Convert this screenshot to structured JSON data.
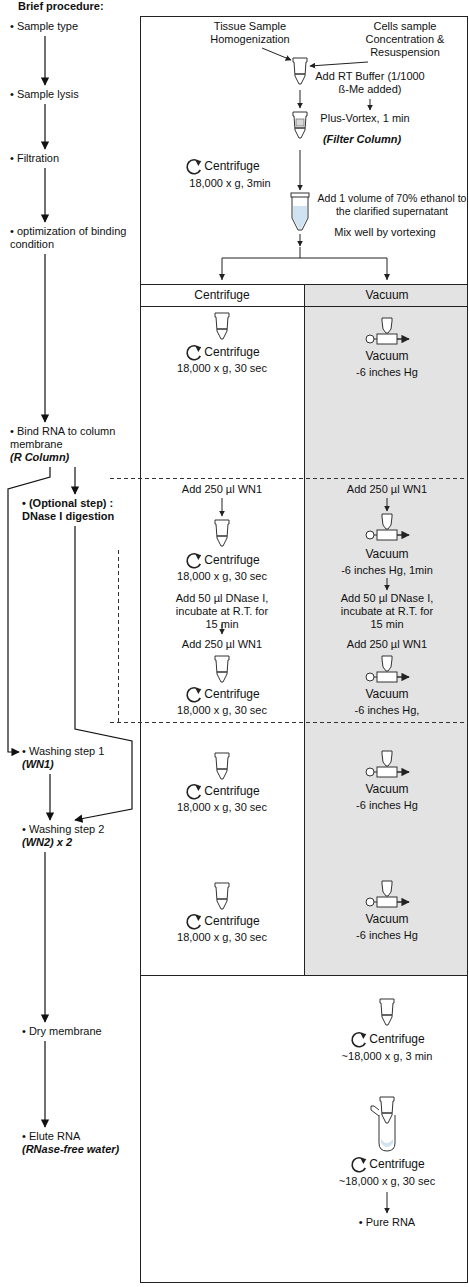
{
  "diagram": {
    "title": "Brief procedure:",
    "nodes": [
      {
        "text": [
          "• Sample type"
        ]
      },
      {
        "text": [
          "• Sample lysis"
        ]
      },
      {
        "text": [
          "• Filtration"
        ]
      },
      {
        "text": [
          "• optimization of binding condition"
        ]
      },
      {
        "text": [
          "• Bind RNA to column membrane",
          "(R Column)"
        ]
      },
      {
        "text": [
          "• (Optional step) : DNase I digestion"
        ]
      },
      {
        "text": [
          "• Washing step 1",
          "(WN1)"
        ]
      },
      {
        "text": [
          "• Washing step 2",
          "(WN2) x 2"
        ]
      },
      {
        "text": [
          "• Dry membrane"
        ]
      },
      {
        "text": [
          "• Elute RNA",
          "(RNase-free water)"
        ]
      }
    ],
    "edges": [
      {
        "from": 0,
        "to": 1,
        "arrow": "to"
      },
      {
        "from": 1,
        "to": 2,
        "arrow": "to"
      },
      {
        "from": 2,
        "to": 3,
        "arrow": "to"
      },
      {
        "from": 3,
        "to": 4,
        "arrow": "to"
      },
      {
        "from": 4,
        "to": 5,
        "arrow": "to"
      },
      {
        "from": 4,
        "to": 6,
        "arrow": "to"
      },
      {
        "from": 5,
        "to": 7,
        "arrow": "to"
      },
      {
        "from": 6,
        "to": 7,
        "arrow": "to"
      },
      {
        "from": 7,
        "to": 8,
        "arrow": "to"
      },
      {
        "from": 8,
        "to": 9,
        "arrow": "to"
      }
    ],
    "labels": [
      "Tissue Sample Homogenization",
      "Cells sample Concentration & Resuspension",
      "Add RT Buffer (1/1000 ß-Me added)",
      "Plus-Vortex, 1 min",
      "(Filter Column)",
      "Centrifuge",
      "18,000 x g, 3min",
      "Add 1 volume of 70% ethanol to the clarified supernatant",
      "Mix well by vortexing",
      "Centrifuge",
      "Vacuum",
      "Centrifuge",
      "18,000 x g, 30 sec",
      "Vacuum",
      "-6 inches Hg",
      "Add 250 µl WN1",
      "Add 250 µl WN1",
      "Centrifuge",
      "18,000 x g, 30 sec",
      "Vacuum",
      "-6 inches Hg, 1min",
      "Add 50 µl DNase I, incubate at R.T. for 15 min",
      "Add 50 µl DNase I, incubate at R.T. for 15 min",
      "Add 250 µl WN1",
      "Add 250 µl WN1",
      "Centrifuge",
      "18,000 x g, 30 sec",
      "Vacuum",
      "-6 inches Hg,",
      "Centrifuge",
      "18,000 x g, 30 sec",
      "Vacuum",
      "-6 inches Hg",
      "Centrifuge",
      "18,000 x g, 30 sec",
      "Vacuum",
      "-6 inches Hg",
      "Centrifuge",
      "~18,000 x g, 3 min",
      "Centrifuge",
      "~18,000 x g, 30 sec",
      "• Pure RNA"
    ]
  }
}
